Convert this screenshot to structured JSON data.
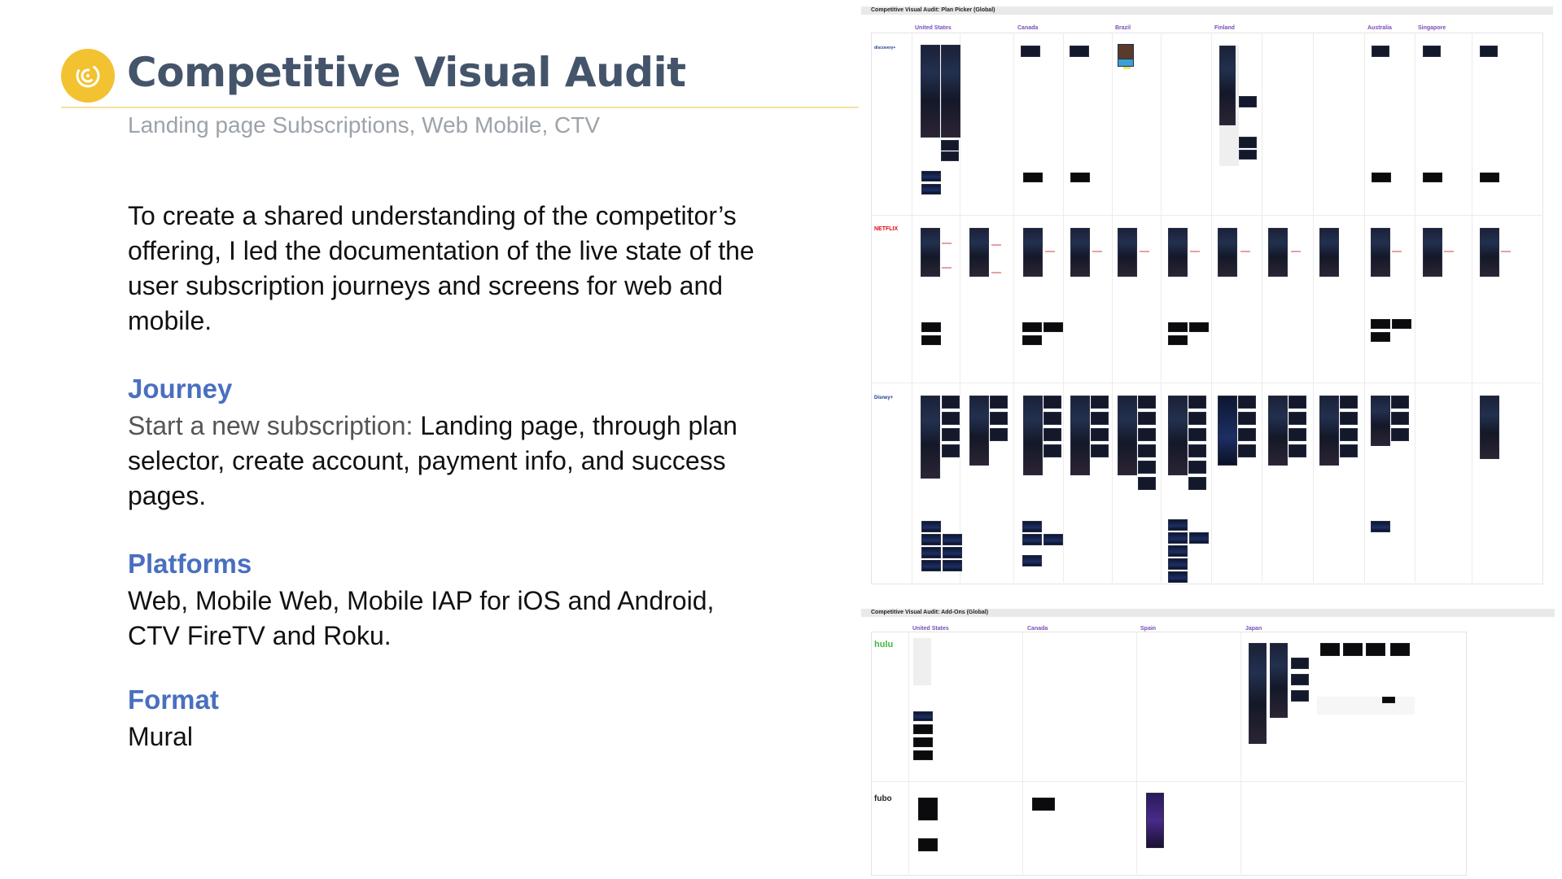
{
  "header": {
    "title": "Competitive Visual Audit",
    "subtitle": "Landing page Subscriptions, Web Mobile, CTV"
  },
  "intro": "To create a shared understanding of the competitor’s offering, I led the documentation of the live state of the user subscription journeys and screens for web and mobile.",
  "sections": {
    "journey": {
      "heading": "Journey",
      "lead": "Start a new subscription:",
      "text": " Landing page, through plan selector, create account, payment info, and success pages."
    },
    "platforms": {
      "heading": "Platforms",
      "text": "Web, Mobile Web, Mobile IAP for iOS and Android, CTV FireTV and Roku."
    },
    "format": {
      "heading": "Format",
      "text": "Mural"
    }
  },
  "board_plan_picker": {
    "title": "Competitive Visual Audit: Plan Picker (Global)",
    "countries": [
      "United States",
      "Canada",
      "Brazil",
      "Finland",
      "Australia",
      "Singapore"
    ],
    "brands": [
      "discovery+",
      "NETFLIX",
      "Disney+"
    ]
  },
  "board_add_ons": {
    "title": "Competitive Visual Audit: Add-Ons (Global)",
    "countries": [
      "United States",
      "Canada",
      "Spain",
      "Japan"
    ],
    "brands": [
      "hulu",
      "fubo"
    ]
  },
  "colors": {
    "title": "#44546A",
    "accent_blue": "#4A6FBF",
    "logo_yellow": "#F2C230",
    "country_purple": "#7B4DB8",
    "netflix_red": "#E50914",
    "hulu_green": "#3DBB3D"
  },
  "icons": {
    "logo": "spiral-swirl-icon"
  }
}
